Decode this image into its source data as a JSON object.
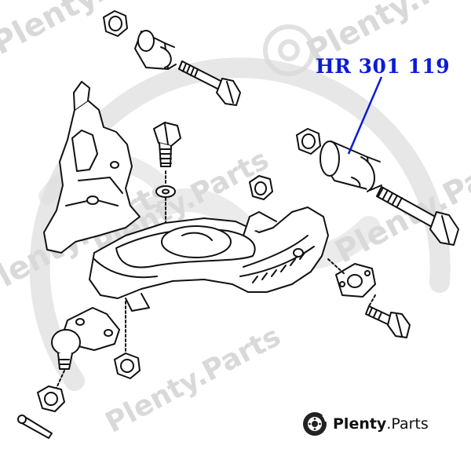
{
  "callout": {
    "part_number": "HR 301 119",
    "color": "#0b1bd6"
  },
  "brand": {
    "name_bold": "Plenty",
    "name_rest": ".Parts",
    "icon": "brake-disc-icon"
  },
  "watermark": {
    "text": "Plenty.Parts",
    "color": "#d9d9d9"
  }
}
